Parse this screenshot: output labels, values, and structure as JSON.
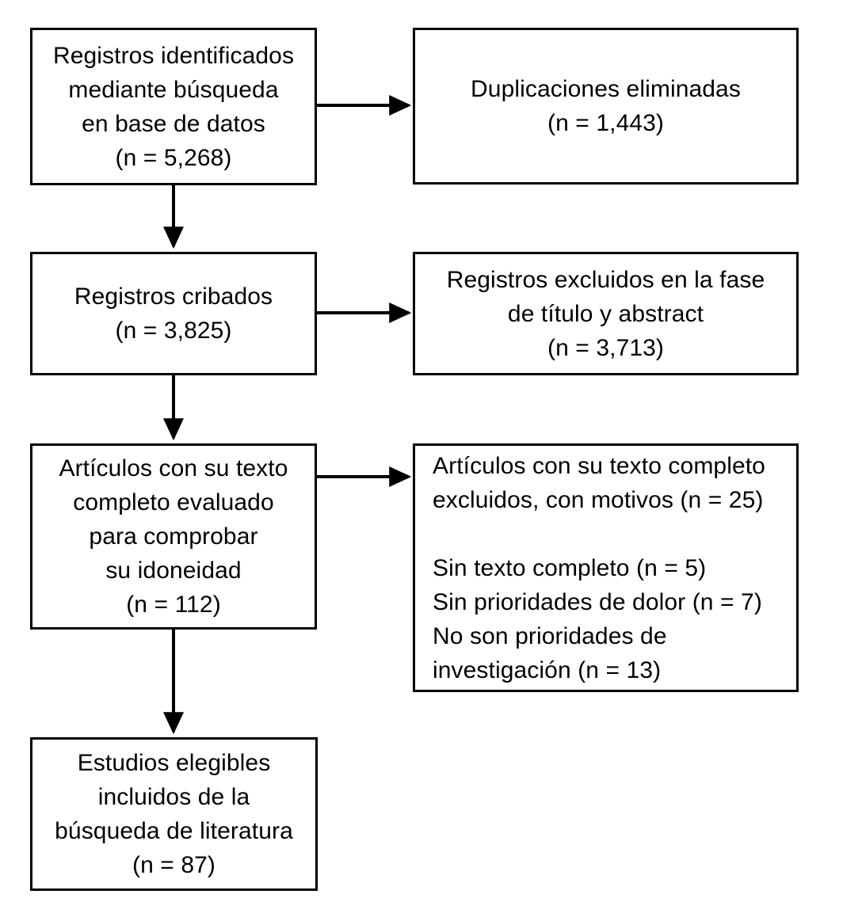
{
  "diagram": {
    "type": "prisma-flow-diagram",
    "language": "es",
    "stroke_color": "#000000",
    "background_color": "#ffffff",
    "text_color": "#000000"
  },
  "nodes": {
    "identified": {
      "name": "records-identified",
      "lines": [
        "Registros identificados",
        "mediante búsqueda",
        "en base de datos",
        "(n = 5,268)"
      ],
      "count_label": "(n = 5,268)",
      "count": 5268,
      "align": "center"
    },
    "duplicates": {
      "name": "duplicates-removed",
      "lines": [
        "Duplicaciones eliminadas",
        "(n = 1,443)"
      ],
      "count_label": "(n = 1,443)",
      "count": 1443,
      "align": "center"
    },
    "screened": {
      "name": "records-screened",
      "lines": [
        "Registros cribados",
        "(n = 3,825)"
      ],
      "count_label": "(n = 3,825)",
      "count": 3825,
      "align": "center"
    },
    "excluded_title_abstract": {
      "name": "records-excluded-title-abstract",
      "lines": [
        "Registros excluidos en la fase",
        "de título y abstract",
        "(n = 3,713)"
      ],
      "count_label": "(n = 3,713)",
      "count": 3713,
      "align": "center"
    },
    "fulltext_assessed": {
      "name": "fulltext-articles-assessed",
      "lines": [
        "Artículos con su texto",
        "completo evaluado",
        "para comprobar",
        "su idoneidad",
        "(n = 112)"
      ],
      "count_label": "(n = 112)",
      "count": 112,
      "align": "center"
    },
    "fulltext_excluded": {
      "name": "fulltext-articles-excluded-with-reasons",
      "lines": [
        "Artículos con su texto completo",
        "excluidos, con motivos (n = 25)",
        "",
        "Sin texto completo (n = 5)",
        "Sin prioridades de dolor (n = 7)",
        "No son prioridades de",
        "investigación (n = 13)"
      ],
      "count_label": "(n = 25)",
      "count": 25,
      "align": "left",
      "reasons": [
        {
          "label": "Sin texto completo",
          "count_label": "(n = 5)",
          "count": 5
        },
        {
          "label": "Sin prioridades de dolor",
          "count_label": "(n = 7)",
          "count": 7
        },
        {
          "label": "No son prioridades de investigación",
          "count_label": "(n = 13)",
          "count": 13
        }
      ]
    },
    "included": {
      "name": "studies-included",
      "lines": [
        "Estudios elegibles",
        "incluidos de la",
        "búsqueda de literatura",
        "(n = 87)"
      ],
      "count_label": "(n = 87)",
      "count": 87,
      "align": "center"
    }
  },
  "edges": [
    {
      "name": "edge-identified-to-duplicates",
      "from": "identified",
      "to": "duplicates",
      "direction": "right"
    },
    {
      "name": "edge-identified-to-screened",
      "from": "identified",
      "to": "screened",
      "direction": "down"
    },
    {
      "name": "edge-screened-to-excluded-title-abstract",
      "from": "screened",
      "to": "excluded_title_abstract",
      "direction": "right"
    },
    {
      "name": "edge-screened-to-fulltext",
      "from": "screened",
      "to": "fulltext_assessed",
      "direction": "down"
    },
    {
      "name": "edge-fulltext-to-excluded",
      "from": "fulltext_assessed",
      "to": "fulltext_excluded",
      "direction": "right"
    },
    {
      "name": "edge-fulltext-to-included",
      "from": "fulltext_assessed",
      "to": "included",
      "direction": "down"
    }
  ]
}
